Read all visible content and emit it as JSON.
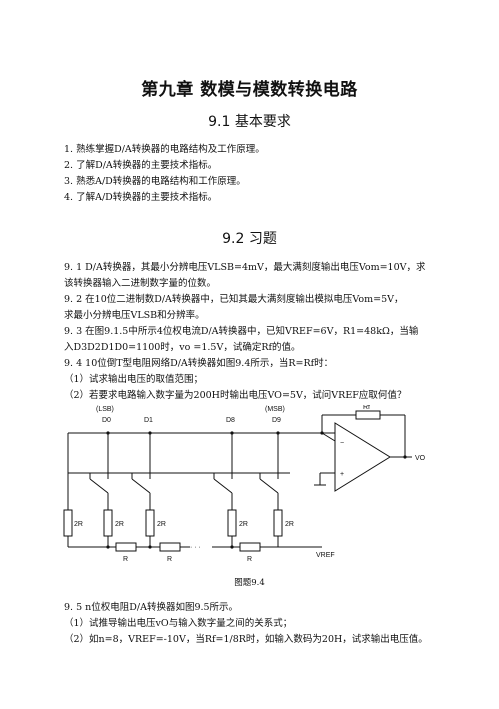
{
  "chapter_title": "第九章  数模与模数转换电路",
  "section1": {
    "heading": "9.1  基本要求",
    "items": [
      "1.  熟练掌握D/A转换器的电路结构及工作原理。",
      "2.  了解D/A转换器的主要技术指标。",
      "3.  熟悉A/D转换器的电路结构和工作原理。",
      "4.  了解A/D转换器的主要技术指标。"
    ]
  },
  "section2": {
    "heading": "9.2  习题",
    "p1_line1": "9. 1    D/A转换器，其最小分辨电压VLSB=4mV，最大满刻度输出电压Vom=10V，求",
    "p1_line2": "该转换器输入二进制数字量的位数。",
    "p2_line1": "9. 2    在10位二进制数D/A转换器中，已知其最大满刻度输出模拟电压Vom=5V，",
    "p2_line2": "求最小分辨电压VLSB和分辨率。",
    "p3_line1": "9. 3    在图9.1.5中所示4位权电流D/A转换器中，已知VREF=6V，R1=48kΩ，当输",
    "p3_line2": "入D3D2D1D0=1100时，vo =1.5V，试确定Rf的值。",
    "p4_line1": "9. 4    10位倒T型电阻网络D/A转换器如图9.4所示，当R=Rf时：",
    "p4_sub1": "（1）试求输出电压的取值范围；",
    "p4_sub2": "（2）若要求电路输入数字量为200H时输出电压VO=5V，试问VREF应取何值？",
    "figure_caption": "图题9.4",
    "p5_line1": "9. 5    n位权电阻D/A转换器如图9.5所示。",
    "p5_sub1": "（1）试推导输出电压vO与输入数字量之间的关系式；",
    "p5_sub2": "（2）如n=8，VREF=-10V，当Rf=1/8R时，如输入数码为20H，试求输出电压值。"
  },
  "circuit": {
    "lsb": "(LSB)",
    "msb": "(MSB)",
    "d0": "D0",
    "d1": "D1",
    "d8": "D8",
    "d9": "D9",
    "rf": "Rf",
    "r2": "2R",
    "r": "R",
    "vo": "VO",
    "vref": "VREF",
    "minus": "−",
    "plus": "+",
    "dots": "· · ·"
  }
}
